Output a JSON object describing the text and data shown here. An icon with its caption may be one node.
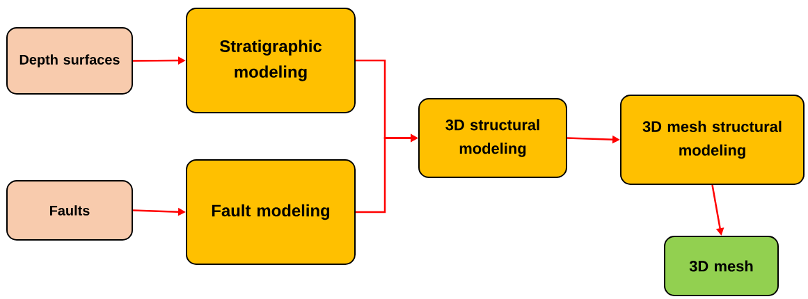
{
  "diagram": {
    "nodes": [
      {
        "text": [
          "Depth surfaces"
        ]
      },
      {
        "text": [
          "Faults"
        ]
      },
      {
        "text": [
          "Stratigraphic modeling"
        ]
      },
      {
        "text": [
          "Fault modeling"
        ]
      },
      {
        "text": [
          "3D structural modeling"
        ]
      },
      {
        "text": [
          "3D mesh structural modeling"
        ]
      },
      {
        "text": [
          "3D mesh"
        ]
      }
    ],
    "edges": [
      {
        "from": 0,
        "to": 2,
        "arrow": "to"
      },
      {
        "from": 1,
        "to": 3,
        "arrow": "to"
      },
      {
        "from": 2,
        "to": 4,
        "arrow": "to"
      },
      {
        "from": 3,
        "to": 4,
        "arrow": "to"
      },
      {
        "from": 4,
        "to": 5,
        "arrow": "to"
      },
      {
        "from": 5,
        "to": 6,
        "arrow": "to"
      }
    ]
  }
}
